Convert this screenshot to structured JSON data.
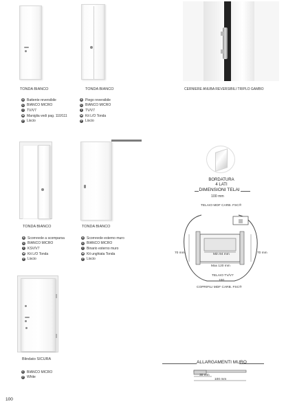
{
  "page_number": "100",
  "doors": [
    {
      "caption": "TONDA BIANCO",
      "specs": [
        {
          "badge": "A",
          "text": "Battente reversibile"
        },
        {
          "badge": "C",
          "text": "BIANCO MICRO"
        },
        {
          "badge": "T",
          "text": "TV/V7"
        },
        {
          "badge": "M",
          "text": "Maniglia vedi pag. 110/111"
        },
        {
          "badge": "F",
          "text": "Liscio"
        }
      ]
    },
    {
      "caption": "TONDA BIANCO",
      "specs": [
        {
          "badge": "A",
          "text": "Piego reversibile"
        },
        {
          "badge": "C",
          "text": "BIANCO MICRO"
        },
        {
          "badge": "T",
          "text": "TV/V7"
        },
        {
          "badge": "M",
          "text": "Kit L/O Tonda"
        },
        {
          "badge": "F",
          "text": "Liscio"
        }
      ]
    },
    {
      "caption": "TONDA BIANCO",
      "specs": [
        {
          "badge": "A",
          "text": "Scorrevole a scomparsa"
        },
        {
          "badge": "C",
          "text": "BIANCO MICRO"
        },
        {
          "badge": "T",
          "text": "KSV/V7"
        },
        {
          "badge": "M",
          "text": "Kit L/O Tonda"
        },
        {
          "badge": "F",
          "text": "Liscio"
        }
      ]
    },
    {
      "caption": "TONDA BIANCO",
      "specs": [
        {
          "badge": "A",
          "text": "Scorrevole esterno muro"
        },
        {
          "badge": "C",
          "text": "BIANCO MICRO"
        },
        {
          "badge": "T",
          "text": "Binario esterno muro"
        },
        {
          "badge": "M",
          "text": "Kit unghiata Tonda"
        },
        {
          "badge": "F",
          "text": "Liscio"
        }
      ]
    },
    {
      "caption": "Blindato SICURA",
      "specs": [
        {
          "badge": "C",
          "text": "BIANCO MICRO"
        },
        {
          "badge": "F",
          "text": "White"
        }
      ]
    }
  ],
  "hinge_caption": "CERNIERE ANUBA REVERSIBILI TRIPLO GAMBO",
  "bordatura": {
    "line1": "BORDATURA",
    "line2": "4 LATI"
  },
  "dimensioni": {
    "title": "DIMENSIONI TELAI",
    "width_top": "100 mm",
    "telaio_label": "TELAIO MDF CARB. FSC®",
    "left_dim": "70 mm",
    "right_dim": "70 mm",
    "min_label": "Min 94 mm",
    "max_label": "Max 120 mm",
    "telaio_tv": "TELAIO TV/V7",
    "telaio_tv_value": "100",
    "coprifili": "COPRIFILI MDF CARB. FSC®"
  },
  "allargamenti": {
    "title": "ALLARGAMENTI MURO",
    "dim_small": "30 mm",
    "dim_large": "100 mm"
  }
}
